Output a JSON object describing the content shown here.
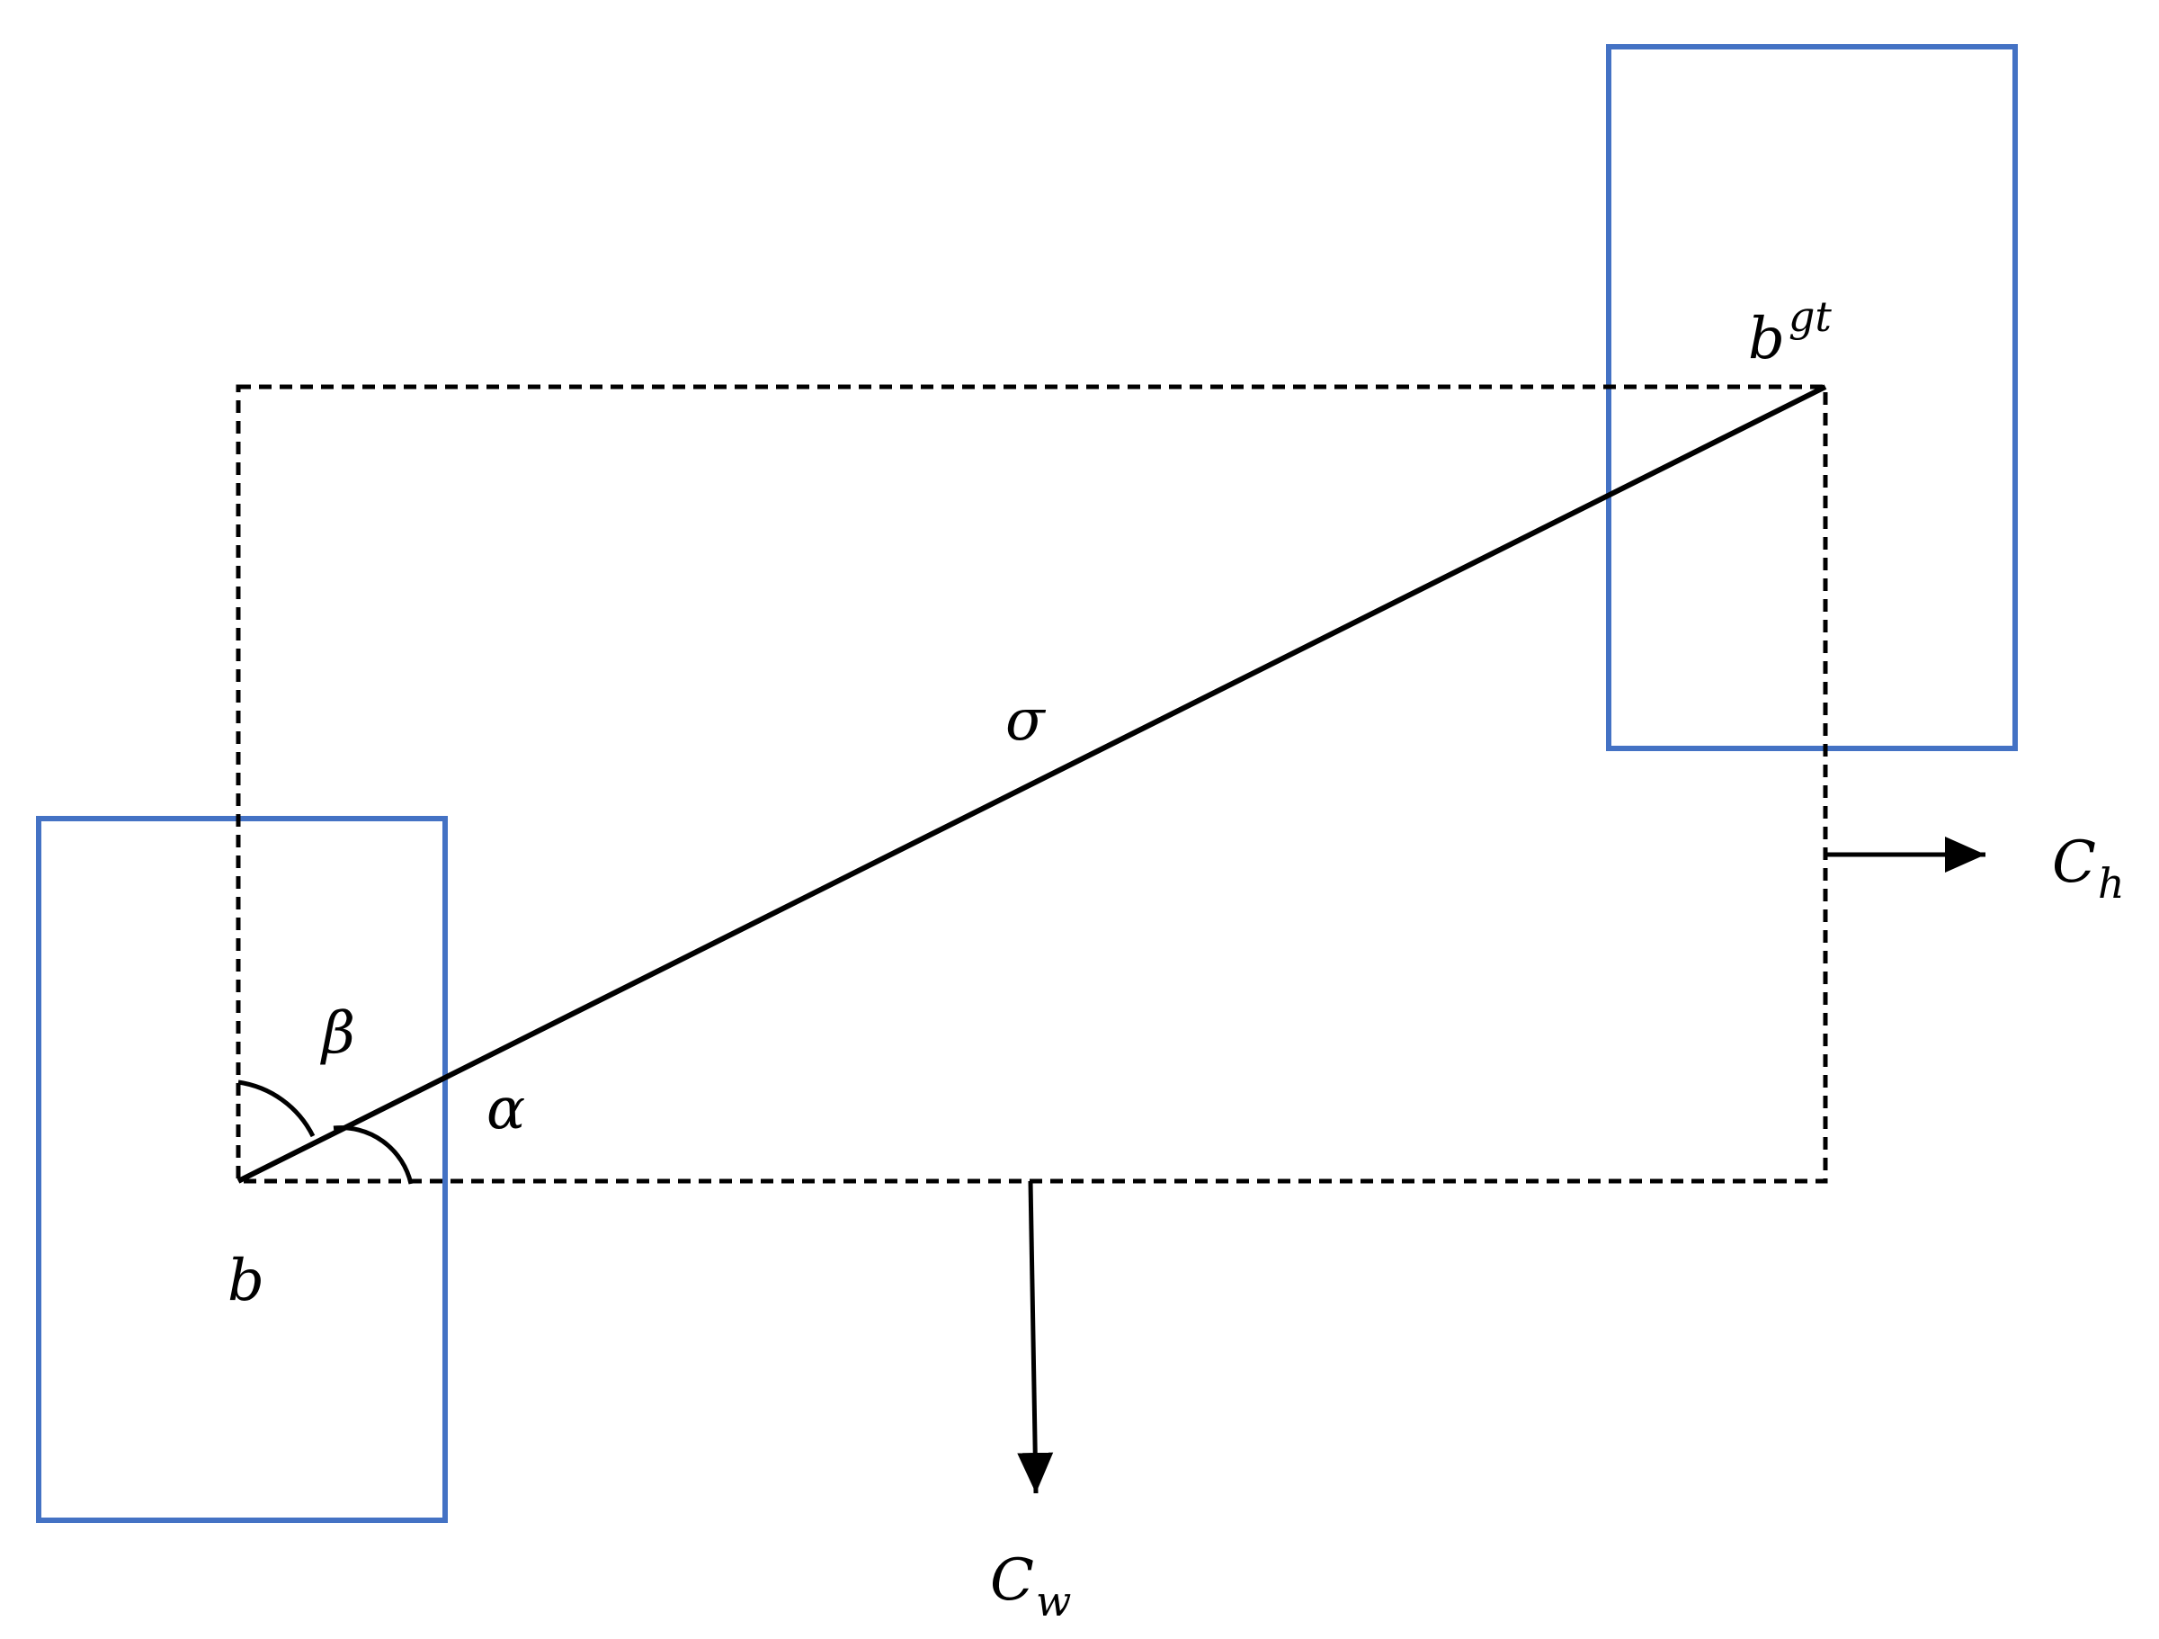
{
  "labels": {
    "b": "b",
    "bgt_base": "b",
    "bgt_sup": "gt",
    "sigma": "σ",
    "alpha": "α",
    "beta": "β",
    "ch_base": "C",
    "ch_sub": "h",
    "cw_base": "C",
    "cw_sub": "w"
  },
  "colors": {
    "box": "#4472C4",
    "line": "#000000"
  }
}
